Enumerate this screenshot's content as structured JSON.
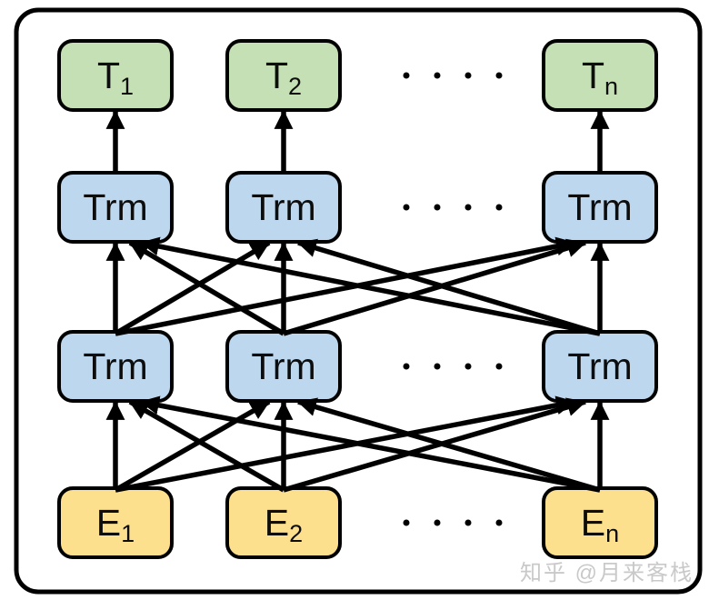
{
  "watermark": {
    "text": "知乎 @月来客栈"
  },
  "colors": {
    "background": "#FFFFFF",
    "canvas_border": "#000000",
    "box_border": "#000000",
    "arrow": "#000000",
    "text": "#0d0d0d",
    "output_fill": "#C5E0B4",
    "transformer_fill": "#BDD7EE",
    "embedding_fill": "#FDE08D",
    "watermark_text": "#C9C9C9",
    "dot": "#000000"
  },
  "layers": [
    {
      "name": "outputs",
      "kind": "output",
      "nodes": [
        {
          "label": "T",
          "sub": "1"
        },
        {
          "label": "T",
          "sub": "2"
        },
        {
          "label": "T",
          "sub": "n"
        }
      ]
    },
    {
      "name": "trm-layer-2",
      "kind": "transformer",
      "nodes": [
        {
          "label": "Trm"
        },
        {
          "label": "Trm"
        },
        {
          "label": "Trm"
        }
      ]
    },
    {
      "name": "trm-layer-1",
      "kind": "transformer",
      "nodes": [
        {
          "label": "Trm"
        },
        {
          "label": "Trm"
        },
        {
          "label": "Trm"
        }
      ]
    },
    {
      "name": "embeddings",
      "kind": "embedding",
      "nodes": [
        {
          "label": "E",
          "sub": "1"
        },
        {
          "label": "E",
          "sub": "2"
        },
        {
          "label": "E",
          "sub": "n"
        }
      ]
    }
  ],
  "connections": [
    {
      "from": "trm-layer-2",
      "to": "outputs",
      "type": "one-to-one"
    },
    {
      "from": "trm-layer-1",
      "to": "trm-layer-2",
      "type": "fully-connected"
    },
    {
      "from": "embeddings",
      "to": "trm-layer-1",
      "type": "fully-connected"
    }
  ],
  "ellipsis": {
    "dot_count": 4,
    "rows": 4
  }
}
